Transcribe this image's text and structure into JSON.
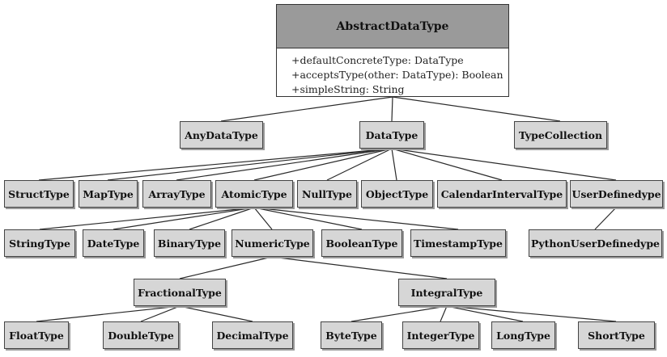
{
  "root": {
    "title": "AbstractDataType",
    "members": [
      "+defaultConcreteType: DataType",
      "+acceptsType(other: DataType): Boolean",
      "+simpleString: String"
    ]
  },
  "nodes": {
    "anydatatype": "AnyDataType",
    "datatype": "DataType",
    "typecollection": "TypeCollection",
    "structtype": "StructType",
    "maptype": "MapType",
    "arraytype": "ArrayType",
    "atomictype": "AtomicType",
    "nulltype": "NullType",
    "objecttype": "ObjectType",
    "calendarintervaltype": "CalendarIntervalType",
    "userdefinedtype": "UserDefinedype",
    "stringtype": "StringType",
    "datetype": "DateType",
    "binarytype": "BinaryType",
    "numerictype": "NumericType",
    "booleantype": "BooleanType",
    "timestamptype": "TimestampType",
    "pythonuserdefinedtype": "PythonUserDefinedype",
    "fractionaltype": "FractionalType",
    "integraltype": "IntegralType",
    "floattype": "FloatType",
    "doubletype": "DoubleType",
    "decimaltype": "DecimalType",
    "bytetype": "ByteType",
    "integertype": "IntegerType",
    "longtype": "LongType",
    "shorttype": "ShortType"
  }
}
